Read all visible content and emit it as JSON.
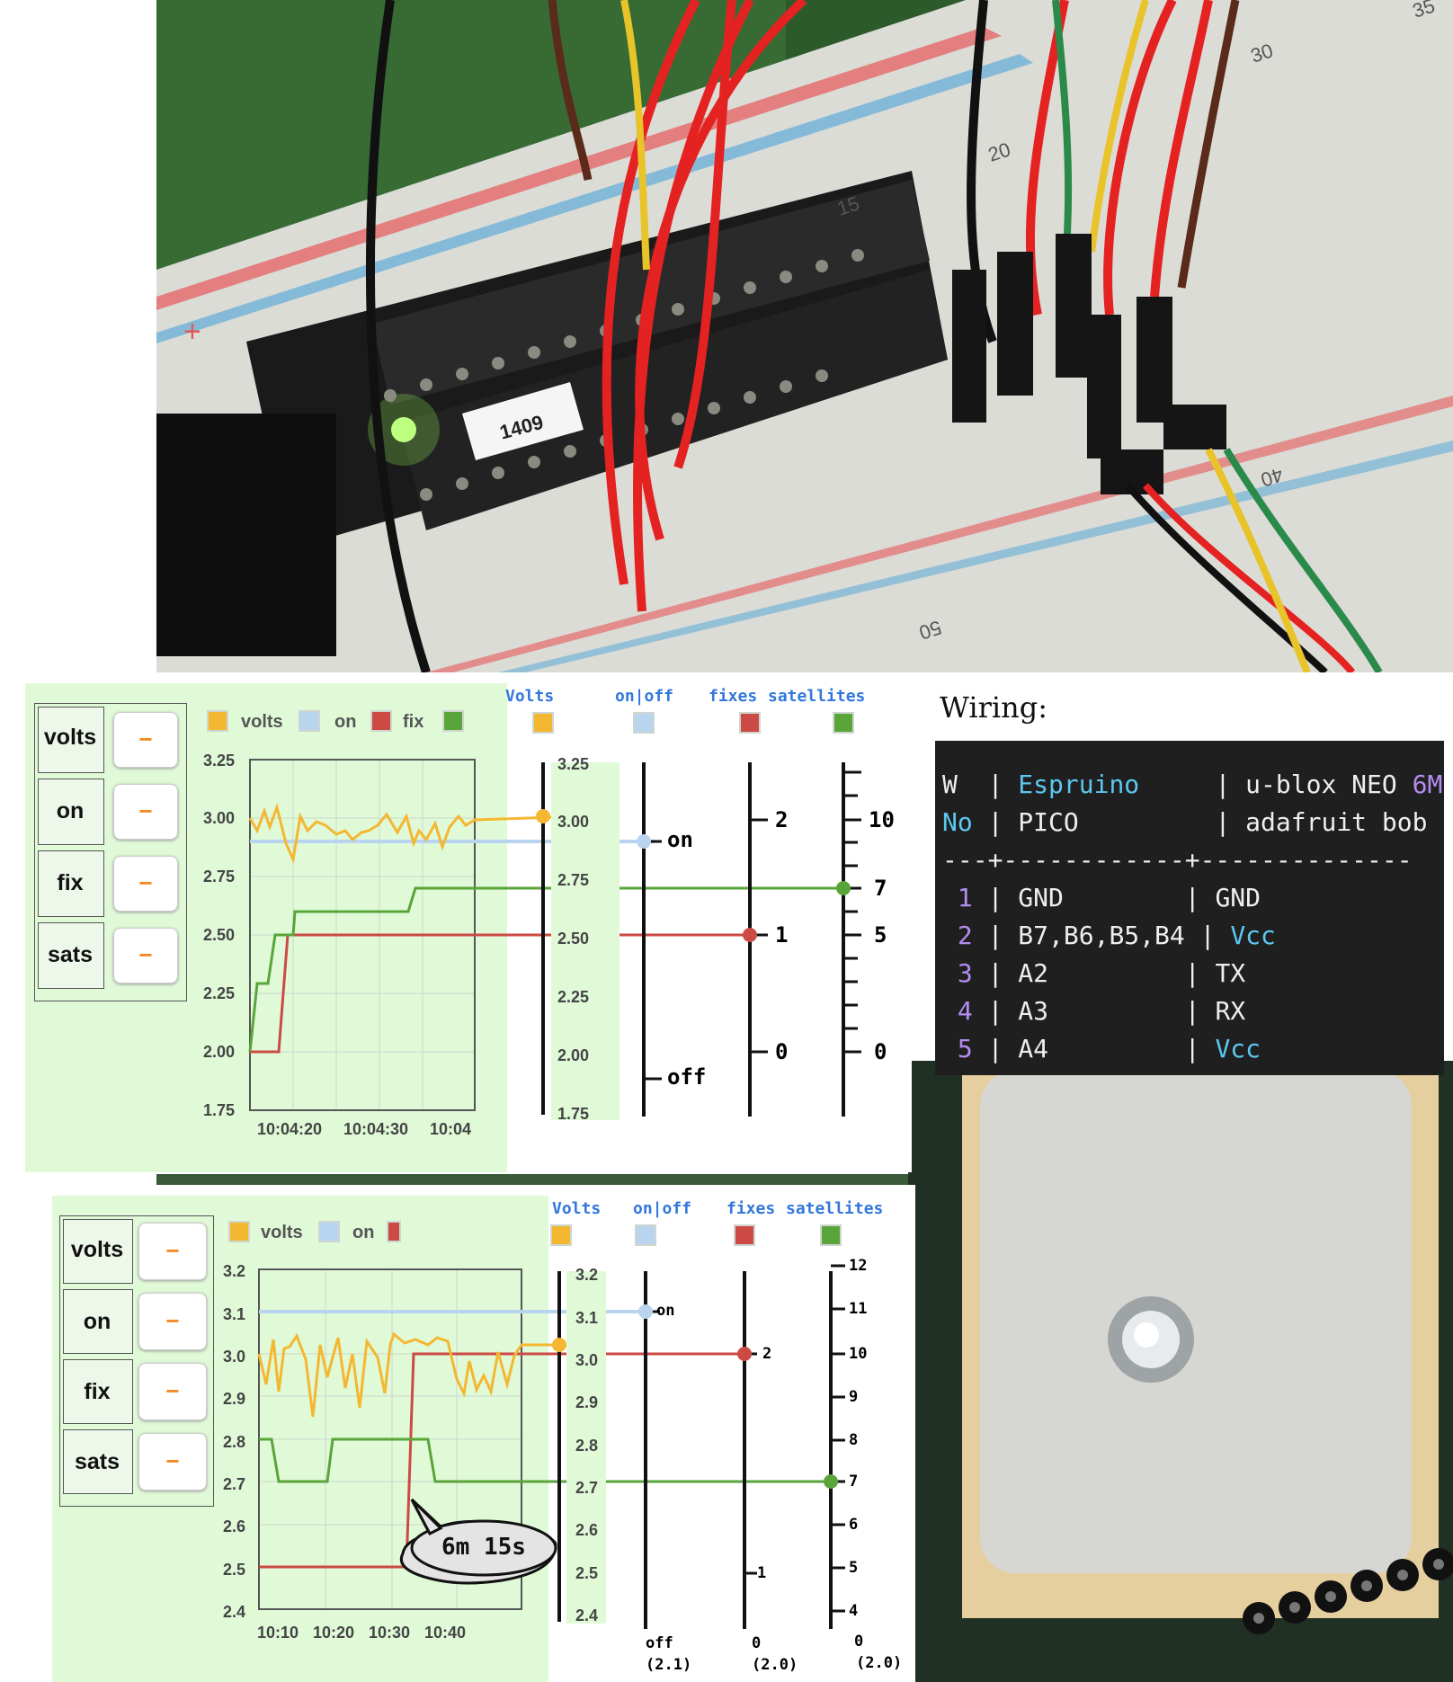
{
  "panel1": {
    "controls": [
      {
        "label": "volts",
        "button": "−"
      },
      {
        "label": "on",
        "button": "−"
      },
      {
        "label": "fix",
        "button": "−"
      },
      {
        "label": "sats",
        "button": "−"
      }
    ],
    "legend": [
      "volts",
      "on",
      "fix"
    ],
    "y_ticks": [
      "3.25",
      "3.00",
      "2.75",
      "2.50",
      "2.25",
      "2.00",
      "1.75"
    ],
    "x_ticks": [
      "10:04:20",
      "10:04:30",
      "10:04"
    ],
    "headers": {
      "volts": "Volts",
      "onoff": "on|off",
      "fixes": "fixes",
      "satellites": "satellites"
    },
    "volts_scale": [
      "3.25",
      "3.00",
      "2.75",
      "2.50",
      "2.25",
      "2.00",
      "1.75"
    ],
    "onoff_labels": {
      "on": "on",
      "off": "off"
    },
    "fixes_labels": [
      "2",
      "1",
      "0"
    ],
    "sats_labels": [
      "10",
      "7",
      "5",
      "0"
    ]
  },
  "panel2": {
    "controls": [
      {
        "label": "volts",
        "button": "−"
      },
      {
        "label": "on",
        "button": "−"
      },
      {
        "label": "fix",
        "button": "−"
      },
      {
        "label": "sats",
        "button": "−"
      }
    ],
    "legend": [
      "volts",
      "on"
    ],
    "y_ticks": [
      "3.2",
      "3.1",
      "3.0",
      "2.9",
      "2.8",
      "2.7",
      "2.6",
      "2.5",
      "2.4"
    ],
    "x_ticks": [
      "10:10",
      "10:20",
      "10:30",
      "10:40"
    ],
    "headers": {
      "volts": "Volts",
      "onoff": "on|off",
      "fixes": "fixes",
      "satellites": "satellites"
    },
    "volts_scale": [
      "3.2",
      "3.1",
      "3.0",
      "2.9",
      "2.8",
      "2.7",
      "2.6",
      "2.5",
      "2.4"
    ],
    "onoff_labels": {
      "on": "on",
      "off": "off",
      "off_sub": "(2.1)"
    },
    "fixes_labels": {
      "two": "2",
      "one": "1",
      "zero": "0",
      "zero_sub": "(2.0)"
    },
    "sats_labels": [
      "12",
      "11",
      "10",
      "9",
      "8",
      "7",
      "6",
      "5",
      "4"
    ],
    "sats_zero": "0",
    "sats_zero_sub": "(2.0)",
    "callout": "6m 15s"
  },
  "wiring": {
    "title": "Wiring:",
    "header1": {
      "w": "W",
      "col2": "Espruino",
      "col3a": "u-blox NEO ",
      "col3b": "6M"
    },
    "header2": {
      "w": "No",
      "col2": "PICO",
      "col3": "adafruit bob"
    },
    "separator": "---+------------+--------------",
    "rows": [
      {
        "no": "1",
        "pico": "GND",
        "bob": "GND"
      },
      {
        "no": "2",
        "pico": "B7,B6,B5,B4",
        "bob": "Vcc"
      },
      {
        "no": "3",
        "pico": "A2",
        "bob": "TX"
      },
      {
        "no": "4",
        "pico": "A3",
        "bob": "RX"
      },
      {
        "no": "5",
        "pico": "A4",
        "bob": "Vcc"
      }
    ]
  },
  "photo_labels": {
    "sticker": "1409",
    "rows": [
      "15",
      "20",
      "30",
      "35",
      "40",
      "50"
    ]
  },
  "colors": {
    "volts": "#f4b731",
    "on": "#b8d4ee",
    "fix": "#cc4a44",
    "sats": "#5aa53a",
    "header": "#3377dd"
  }
}
